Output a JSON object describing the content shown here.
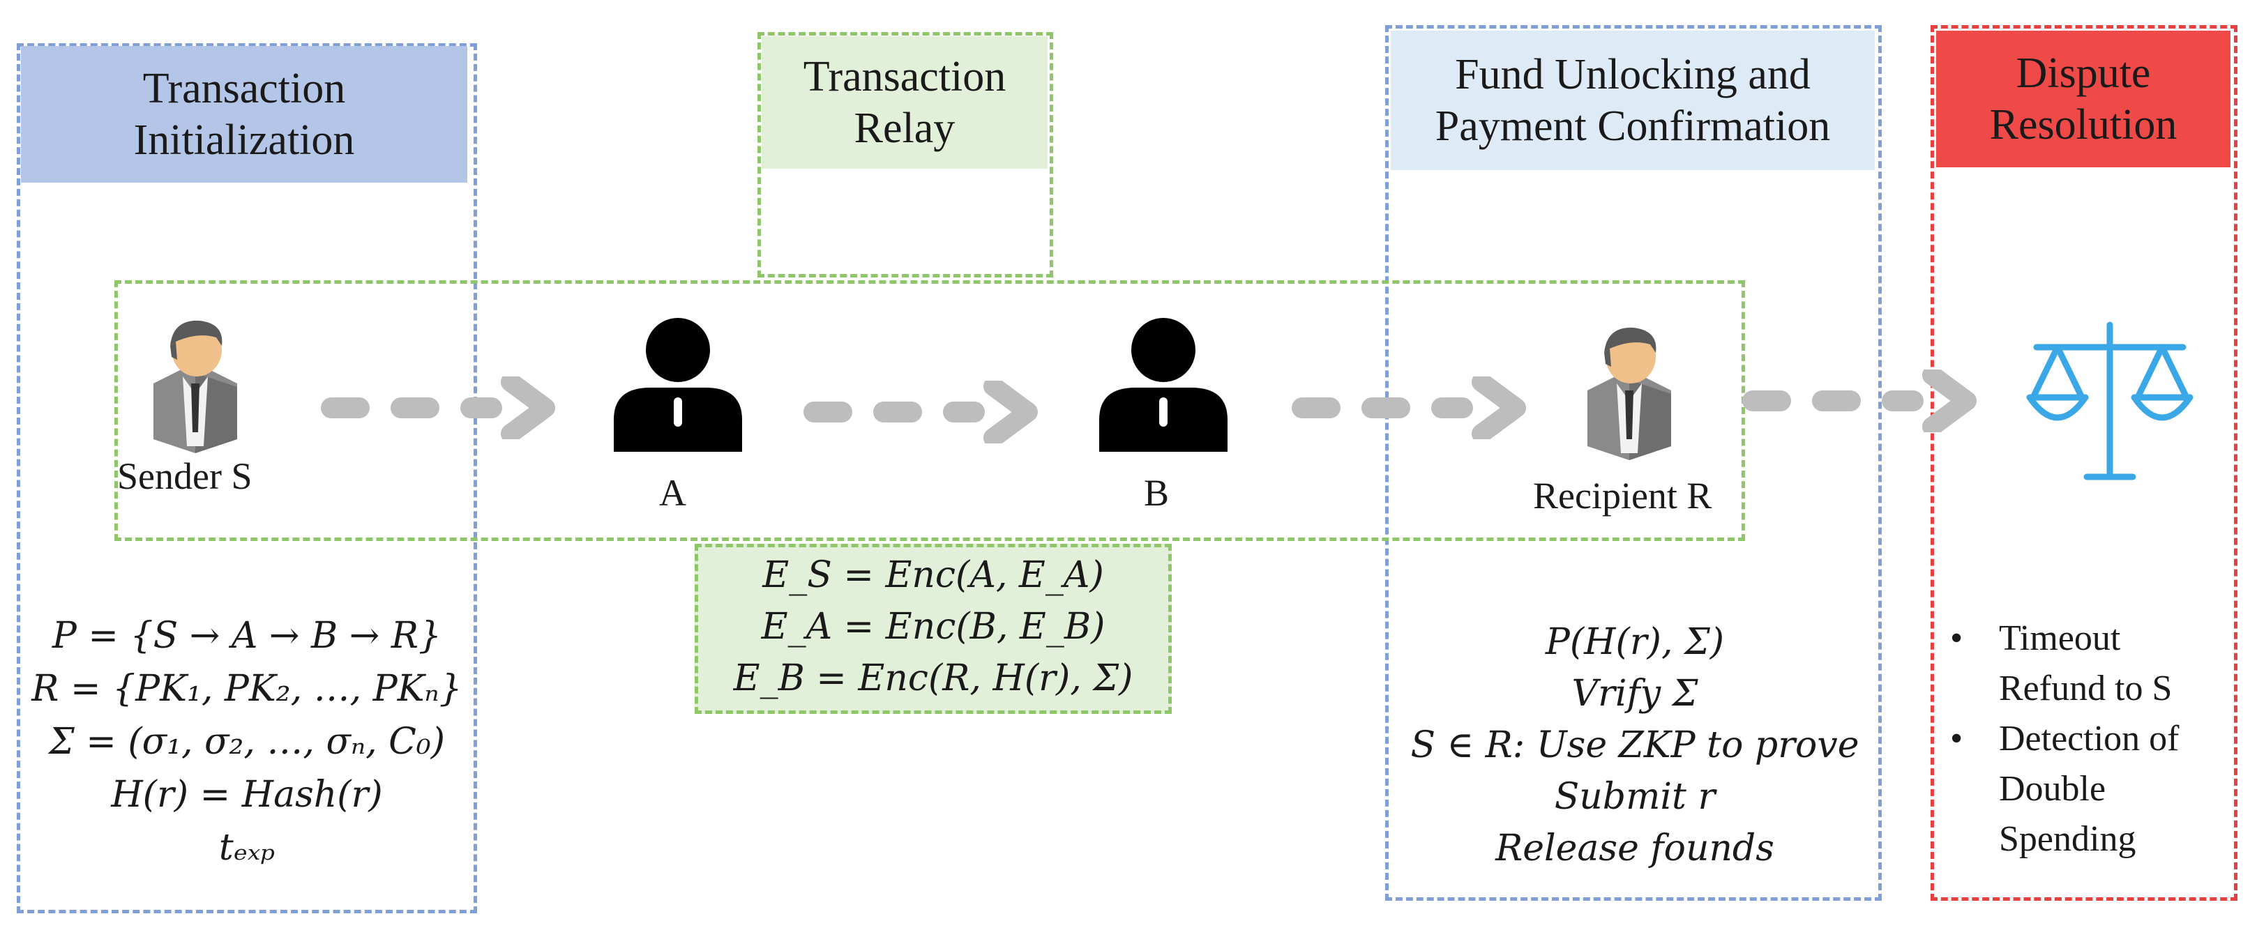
{
  "phases": {
    "init": {
      "title": "Transaction\nInitialization",
      "color": "#b3c6e7"
    },
    "relay": {
      "title": "Transaction\nRelay",
      "color": "#e2efd9"
    },
    "fund": {
      "title": "Fund Unlocking and\nPayment Confirmation",
      "color": "#deebf7"
    },
    "dispute": {
      "title": "Dispute\nResolution",
      "color": "#f04a48"
    }
  },
  "nodes": {
    "sender": "Sender S",
    "a": "A",
    "b": "B",
    "recipient": "Recipient R"
  },
  "init_equations": [
    "P = {S → A → B → R}",
    "R = {PK₁, PK₂, …, PKₙ}",
    "Σ = (σ₁, σ₂, …, σₙ, C₀)",
    "H(r) = Hash(r)",
    "tₑₓₚ"
  ],
  "relay_equations": [
    "E_S = Enc(A, E_A)",
    "E_A = Enc(B, E_B)",
    "E_B = Enc(R, H(r), Σ)"
  ],
  "fund_steps": [
    "P(H(r), Σ)",
    "Vrify Σ",
    "S ∈ R: Use ZKP to prove",
    "Submit r",
    "Release founds"
  ],
  "dispute_items": [
    "Timeout Refund to S",
    "Detection of Double Spending"
  ],
  "icons": {
    "sender": "business-person-icon",
    "a": "person-silhouette-icon",
    "b": "person-silhouette-icon",
    "recipient": "business-person-icon",
    "dispute": "scales-of-justice-icon"
  }
}
